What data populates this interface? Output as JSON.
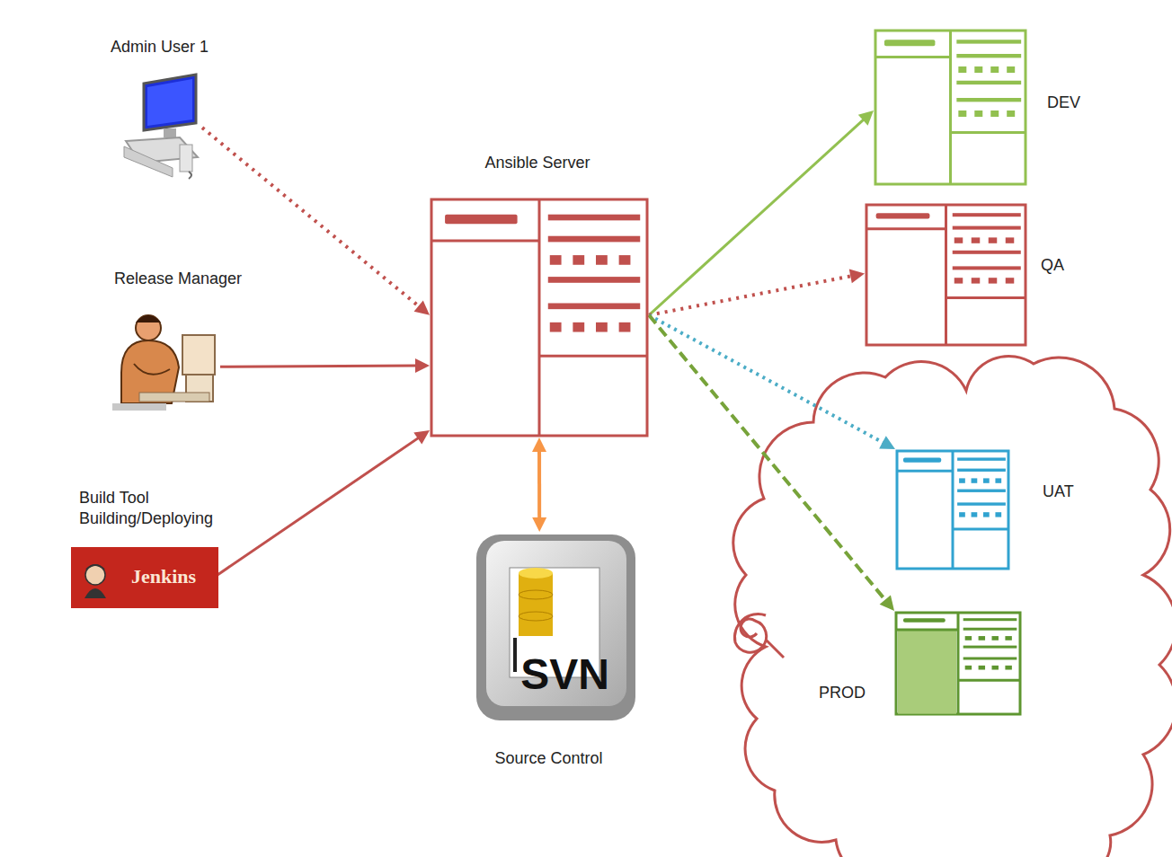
{
  "diagram": {
    "nodes": [
      {
        "text": [
          "Admin User 1"
        ]
      },
      {
        "text": [
          "Release Manager"
        ]
      },
      {
        "text": [
          "Build Tool Building/Deploying",
          "Jenkins"
        ]
      },
      {
        "text": [
          "Ansible Server"
        ]
      },
      {
        "text": [
          "SVN",
          "Source Control"
        ]
      },
      {
        "text": [
          "DEV"
        ]
      },
      {
        "text": [
          "QA"
        ]
      },
      {
        "text": [
          "UAT"
        ]
      },
      {
        "text": [
          "PROD"
        ]
      }
    ],
    "edges": [
      {
        "from": 0,
        "to": 3,
        "arrow": "to"
      },
      {
        "from": 1,
        "to": 3,
        "arrow": "to"
      },
      {
        "from": 2,
        "to": 3,
        "arrow": "to"
      },
      {
        "from": 3,
        "to": 4,
        "arrow": "both"
      },
      {
        "from": 3,
        "to": 5,
        "arrow": "to"
      },
      {
        "from": 3,
        "to": 6,
        "arrow": "to"
      },
      {
        "from": 3,
        "to": 7,
        "arrow": "to"
      },
      {
        "from": 3,
        "to": 8,
        "arrow": "to"
      }
    ]
  }
}
